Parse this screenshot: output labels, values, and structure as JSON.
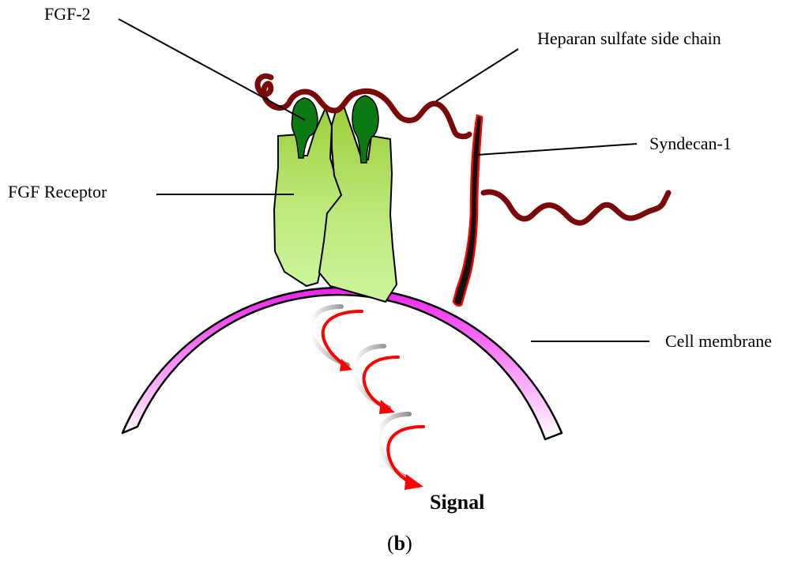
{
  "labels": {
    "fgf2": "FGF-2",
    "heparan": "Heparan sulfate side chain",
    "syndecan": "Syndecan-1",
    "receptor": "FGF Receptor",
    "membrane": "Cell membrane",
    "signal": "Signal",
    "panel_open": "(",
    "panel_letter": "b",
    "panel_close": ")"
  },
  "colors": {
    "receptor_top": "#9ccf3a",
    "receptor_bottom": "#ccf59c",
    "fgf2": "#0b7a12",
    "heparan": "#7a0a0a",
    "syndecan_fill": "#111111",
    "syndecan_stroke": "#ff0000",
    "membrane_top": "#ee22ee",
    "membrane_bottom": "#ffffff",
    "signal_red": "#ff0000",
    "signal_gray": "#9a9a9a"
  }
}
